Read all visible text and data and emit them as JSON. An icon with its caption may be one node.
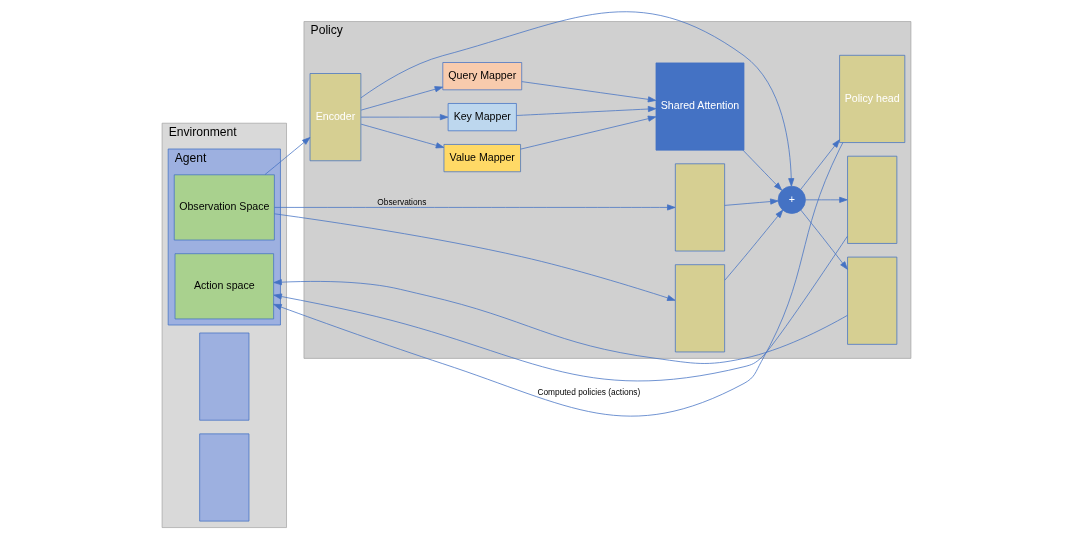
{
  "diagram": {
    "nodes": [
      {
        "text": [
          "Environment"
        ]
      },
      {
        "text": [],
        "shape": "box",
        "in": 0
      },
      {
        "text": [],
        "shape": "box",
        "in": 0
      },
      {
        "text": [
          "Agent"
        ],
        "in": 0
      },
      {
        "text": [
          "Observation Space"
        ],
        "in": 3
      },
      {
        "text": [
          "Action space"
        ],
        "in": 3
      },
      {
        "text": [
          "Policy"
        ]
      },
      {
        "text": [],
        "shape": "box",
        "in": 6
      },
      {
        "text": [],
        "shape": "box",
        "in": 6
      },
      {
        "text": [
          "Encoder"
        ],
        "in": 6
      },
      {
        "text": [
          "Value Mapper"
        ],
        "in": 6
      },
      {
        "text": [
          "Key Mapper"
        ],
        "in": 6
      },
      {
        "text": [
          "Query Mapper"
        ],
        "in": 6
      },
      {
        "text": [
          "Shared Attention"
        ],
        "in": 6
      },
      {
        "text": [
          "+"
        ],
        "in": 6
      },
      {
        "text": [],
        "shape": "box",
        "in": 6
      },
      {
        "text": [],
        "shape": "box",
        "in": 6
      },
      {
        "text": [
          "Policy head"
        ],
        "in": 6
      }
    ],
    "edges": [
      {
        "from": 4,
        "to": 7,
        "arrow": "to",
        "label": "Observations"
      },
      {
        "from": 4,
        "to": 8,
        "arrow": "to"
      },
      {
        "from": 4,
        "to": 9,
        "arrow": "to"
      },
      {
        "from": 9,
        "to": 10,
        "arrow": "to"
      },
      {
        "from": 9,
        "to": 11,
        "arrow": "to"
      },
      {
        "from": 9,
        "to": 12,
        "arrow": "to"
      },
      {
        "from": 10,
        "to": 13,
        "arrow": "to"
      },
      {
        "from": 11,
        "to": 13,
        "arrow": "to"
      },
      {
        "from": 12,
        "to": 13,
        "arrow": "to"
      },
      {
        "from": 13,
        "to": 14,
        "arrow": "to"
      },
      {
        "from": 7,
        "to": 14,
        "arrow": "to"
      },
      {
        "from": 8,
        "to": 14,
        "arrow": "to"
      },
      {
        "from": 9,
        "to": 14,
        "arrow": "to"
      },
      {
        "from": 14,
        "to": 15,
        "arrow": "to"
      },
      {
        "from": 14,
        "to": 16,
        "arrow": "to"
      },
      {
        "from": 14,
        "to": 17,
        "arrow": "to"
      },
      {
        "from": 15,
        "to": 5,
        "arrow": "to"
      },
      {
        "from": 16,
        "to": 5,
        "arrow": "to"
      },
      {
        "from": 17,
        "to": 5,
        "arrow": "to",
        "label": "Computed policies (actions)"
      }
    ]
  }
}
